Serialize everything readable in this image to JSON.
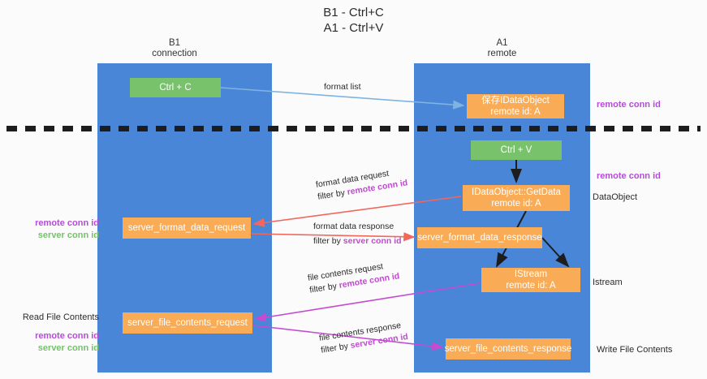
{
  "title": {
    "line1": "B1 - Ctrl+C",
    "line2": "A1 - Ctrl+V"
  },
  "lanes": [
    {
      "id": "b1",
      "name": "B1",
      "sub": "connection"
    },
    {
      "id": "a1",
      "name": "A1",
      "sub": "remote"
    }
  ],
  "nodes": {
    "ctrl_c": {
      "label": "Ctrl + C",
      "color": "#77c26b"
    },
    "ctrl_v": {
      "label": "Ctrl + V",
      "color": "#77c26b"
    },
    "save_dataobject": {
      "line1": "保存IDataObject",
      "line2": "remote id: A",
      "color": "#f9ab55"
    },
    "getdata": {
      "line1": "IDataObject::GetData",
      "line2": "remote id: A",
      "color": "#f9ab55"
    },
    "format_data_request": {
      "label": "server_format_data_request",
      "color": "#f9ab55"
    },
    "format_data_response": {
      "label": "server_format_data_response",
      "color": "#f9ab55"
    },
    "istream": {
      "line1": "IStream",
      "line2": "remote id: A",
      "color": "#f9ab55"
    },
    "file_contents_request": {
      "label": "server_file_contents_request",
      "color": "#f9ab55"
    },
    "file_contents_response": {
      "label": "server_file_contents_response",
      "color": "#f9ab55"
    }
  },
  "edges": {
    "format_list": {
      "label": "format list",
      "color": "#7fb3e0"
    },
    "format_data_request": {
      "line1": "format data request",
      "filter_prefix": "filter by ",
      "filter_key": "remote conn id",
      "color": "#f2675c"
    },
    "format_data_response": {
      "line1": "format data response",
      "filter_prefix": "filter by ",
      "filter_key": "server conn id",
      "color": "#f2675c"
    },
    "file_contents_request": {
      "line1": "file contents request",
      "filter_prefix": "filter by ",
      "filter_key": "remote conn id",
      "color": "#c44cd0"
    },
    "file_contents_response": {
      "line1": "file contents response",
      "filter_prefix": "filter by ",
      "filter_key": "server conn id",
      "color": "#c44cd0"
    }
  },
  "annotations": {
    "right_remote_top": "remote conn id",
    "right_remote_mid": "remote conn id",
    "right_dataobject": "DataObject",
    "right_istream": "Istream",
    "right_write_file": "Write File Contents",
    "left_read_file": "Read File Contents",
    "conn_remote": "remote conn id",
    "conn_server": "server conn id"
  },
  "colors": {
    "lane_band": "#4a86d8",
    "node_orange": "#f9ab55",
    "node_green": "#77c26b",
    "remote_purple": "#b44cd6",
    "server_green": "#76c06c",
    "arrow_red": "#f2675c",
    "arrow_purple": "#c44cd0",
    "arrow_blue": "#7fb3e0",
    "divider": "#1d1d1d"
  }
}
